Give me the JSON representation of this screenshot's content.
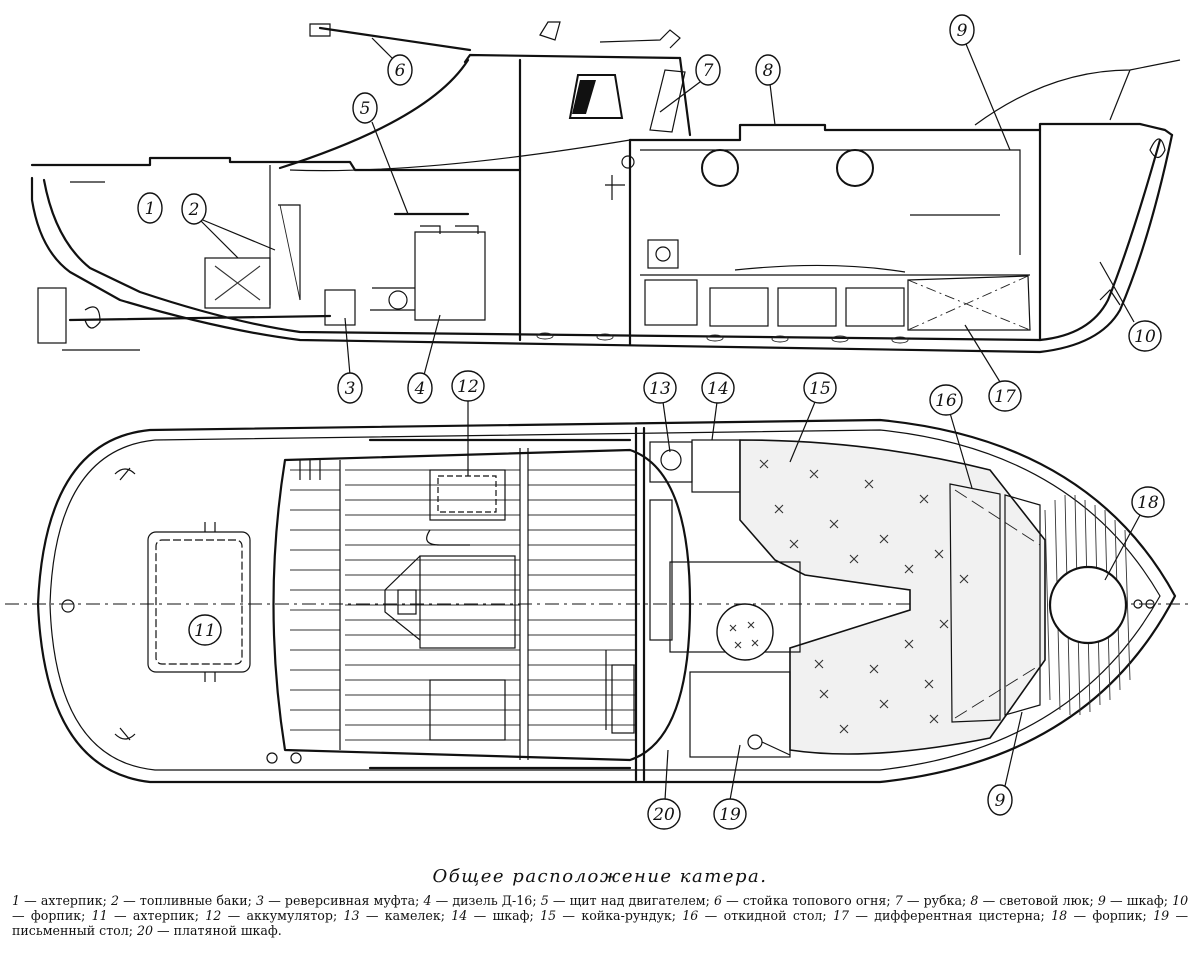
{
  "callouts": {
    "side": [
      "1",
      "2",
      "3",
      "4",
      "5",
      "6",
      "7",
      "8",
      "9",
      "10",
      "17"
    ],
    "plan": [
      "9",
      "11",
      "12",
      "13",
      "14",
      "15",
      "16",
      "18",
      "19",
      "20"
    ]
  },
  "caption": {
    "title": "Общее расположение катера.",
    "legend": [
      {
        "n": "1",
        "text": "ахтерпик"
      },
      {
        "n": "2",
        "text": "топливные баки"
      },
      {
        "n": "3",
        "text": "реверсивная муфта"
      },
      {
        "n": "4",
        "text": "дизель Д-16"
      },
      {
        "n": "5",
        "text": "щит над двигателем"
      },
      {
        "n": "6",
        "text": "стойка топового огня"
      },
      {
        "n": "7",
        "text": "рубка"
      },
      {
        "n": "8",
        "text": "световой люк"
      },
      {
        "n": "9",
        "text": "шкаф"
      },
      {
        "n": "10",
        "text": "форпик"
      },
      {
        "n": "11",
        "text": "ахтерпик"
      },
      {
        "n": "12",
        "text": "аккумулятор"
      },
      {
        "n": "13",
        "text": "камелек"
      },
      {
        "n": "14",
        "text": "шкаф"
      },
      {
        "n": "15",
        "text": "койка-рундук"
      },
      {
        "n": "16",
        "text": "откидной стол"
      },
      {
        "n": "17",
        "text": "дифферентная цистерна"
      },
      {
        "n": "18",
        "text": "форпик"
      },
      {
        "n": "19",
        "text": "письменный стол"
      },
      {
        "n": "20",
        "text": "платяной шкаф"
      }
    ]
  }
}
